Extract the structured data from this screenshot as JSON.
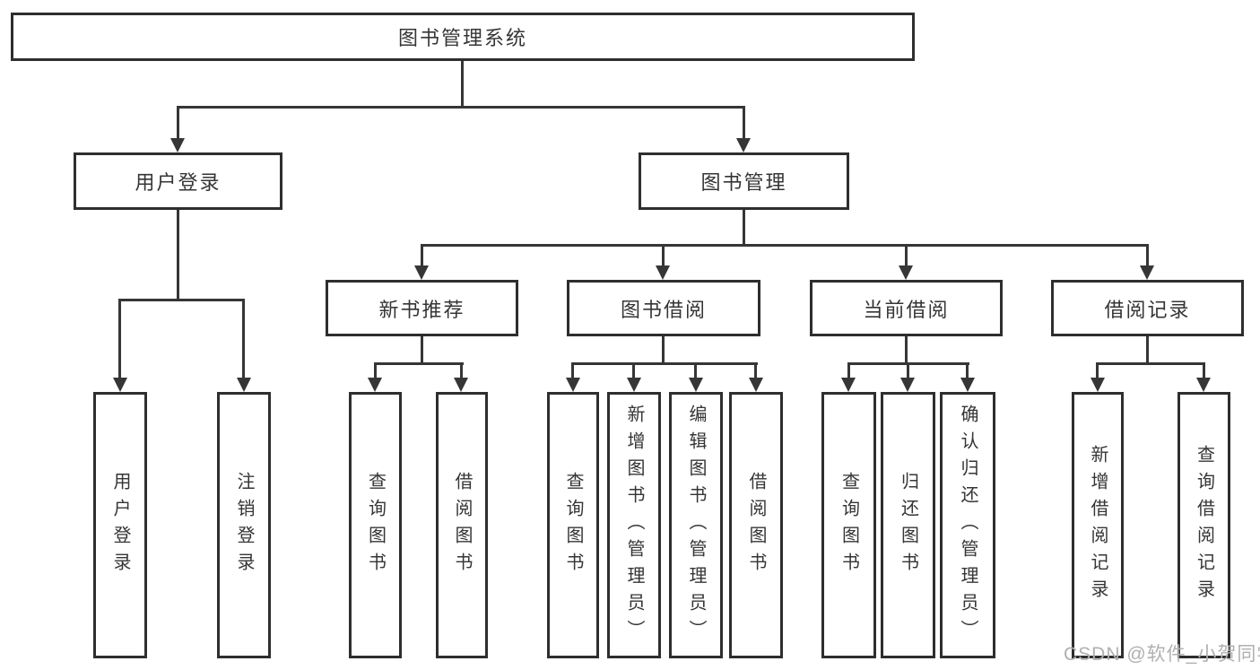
{
  "tree": {
    "root": {
      "label": "图书管理系统"
    },
    "branches": [
      {
        "label": "用户登录",
        "children": [
          {
            "label": "用户登录"
          },
          {
            "label": "注销登录"
          }
        ]
      },
      {
        "label": "图书管理",
        "children": [
          {
            "label": "新书推荐",
            "children": [
              {
                "label": "查询图书"
              },
              {
                "label": "借阅图书"
              }
            ]
          },
          {
            "label": "图书借阅",
            "children": [
              {
                "label": "查询图书"
              },
              {
                "label": "新增图书（管理员）"
              },
              {
                "label": "编辑图书（管理员）"
              },
              {
                "label": "借阅图书"
              }
            ]
          },
          {
            "label": "当前借阅",
            "children": [
              {
                "label": "查询图书"
              },
              {
                "label": "归还图书"
              },
              {
                "label": "确认归还（管理员）"
              }
            ]
          },
          {
            "label": "借阅记录",
            "children": [
              {
                "label": "新增借阅记录"
              },
              {
                "label": "查询借阅记录"
              }
            ]
          }
        ]
      }
    ]
  },
  "watermark": {
    "text": "CSDN @软件_小贺同学"
  },
  "colors": {
    "line": "#363636",
    "box_border": "#2e2e2e",
    "box_background": "#ffffff",
    "text": "#353535",
    "watermark": "#b0b0b0"
  }
}
